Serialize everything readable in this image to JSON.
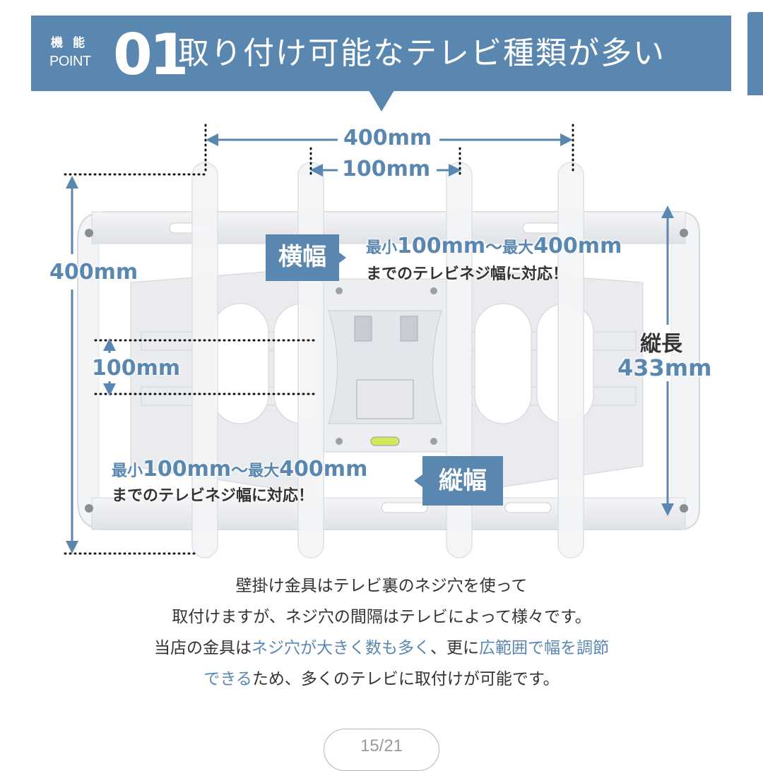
{
  "header": {
    "label_top": "機能",
    "label_bottom": "POINT",
    "number": "01",
    "title": "取り付け可能なテレビ種類が多い"
  },
  "diagram": {
    "top_outer_dim": "400mm",
    "top_inner_dim": "100mm",
    "left_outer_dim": "400mm",
    "left_inner_dim": "100mm",
    "right_height_label": "縦長",
    "right_height_value": "433mm",
    "horizontal_tag": "横幅",
    "horizontal_range_prefix_min": "最小",
    "horizontal_range_min": "100mm",
    "horizontal_range_sep": "〜",
    "horizontal_range_prefix_max": "最大",
    "horizontal_range_max": "400mm",
    "horizontal_note": "までのテレビネジ幅に対応！",
    "vertical_tag": "縦幅",
    "vertical_range_prefix_min": "最小",
    "vertical_range_min": "100mm",
    "vertical_range_sep": "〜",
    "vertical_range_prefix_max": "最大",
    "vertical_range_max": "400mm",
    "vertical_note": "までのテレビネジ幅に対応！"
  },
  "description": {
    "line1": "壁掛け金具はテレビ裏のネジ穴を使って",
    "line2": "取付けますが、ネジ穴の間隔はテレビによって様々です。",
    "line3_a": "当店の金具は",
    "line3_b": "ネジ穴が大きく数も多く",
    "line3_c": "、更に",
    "line3_d": "広範囲で幅を調節",
    "line4_a": "できる",
    "line4_b": "ため、多くのテレビに取付けが可能です。"
  },
  "pager": {
    "text": "15/21",
    "current": 15,
    "total": 21
  },
  "colors": {
    "accent": "#5a87b0",
    "text": "#333333",
    "pager": "#9a9a9a"
  }
}
